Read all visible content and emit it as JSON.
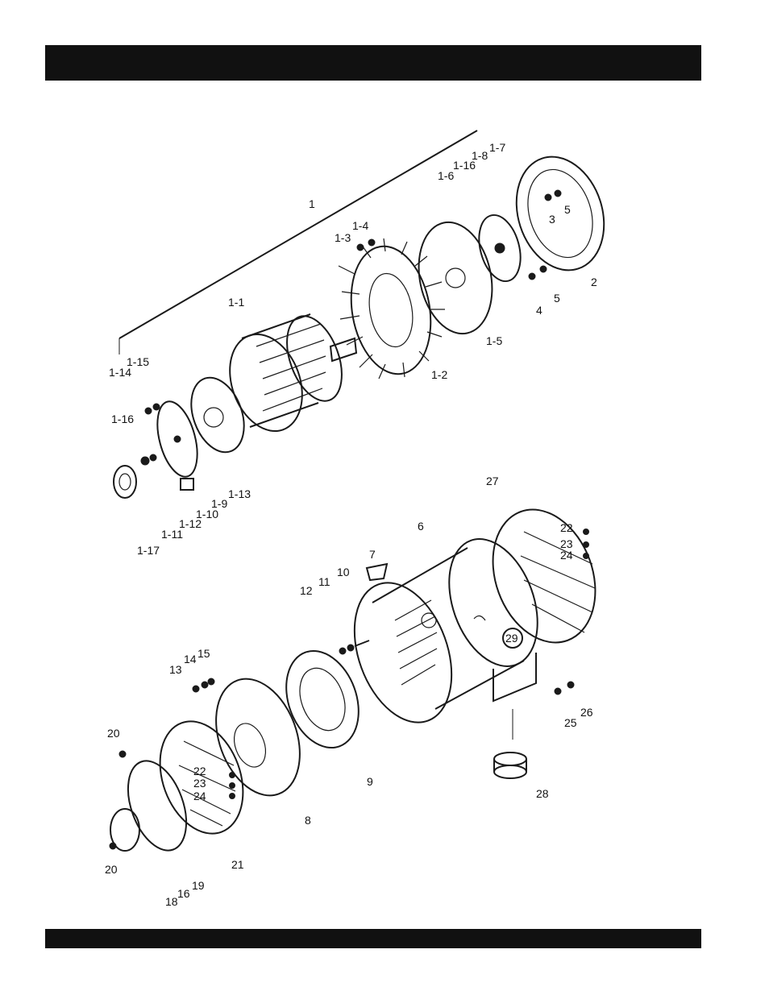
{
  "header": {
    "background": "#111111"
  },
  "footer": {
    "background": "#111111"
  },
  "labels": [
    {
      "id": "1",
      "text": "1"
    },
    {
      "id": "1-1",
      "text": "1-1"
    },
    {
      "id": "1-2",
      "text": "1-2"
    },
    {
      "id": "1-3",
      "text": "1-3"
    },
    {
      "id": "1-4",
      "text": "1-4"
    },
    {
      "id": "1-5",
      "text": "1-5"
    },
    {
      "id": "1-6",
      "text": "1-6"
    },
    {
      "id": "1-7",
      "text": "1-7"
    },
    {
      "id": "1-8",
      "text": "1-8"
    },
    {
      "id": "1-9",
      "text": "1-9"
    },
    {
      "id": "1-10",
      "text": "1-10"
    },
    {
      "id": "1-11",
      "text": "1-11"
    },
    {
      "id": "1-12",
      "text": "1-12"
    },
    {
      "id": "1-13",
      "text": "1-13"
    },
    {
      "id": "1-14",
      "text": "1-14"
    },
    {
      "id": "1-15",
      "text": "1-15"
    },
    {
      "id": "1-16a",
      "text": "1-16"
    },
    {
      "id": "1-16b",
      "text": "1-16"
    },
    {
      "id": "1-17",
      "text": "1-17"
    },
    {
      "id": "2",
      "text": "2"
    },
    {
      "id": "3",
      "text": "3"
    },
    {
      "id": "4",
      "text": "4"
    },
    {
      "id": "5a",
      "text": "5"
    },
    {
      "id": "5b",
      "text": "5"
    },
    {
      "id": "6",
      "text": "6"
    },
    {
      "id": "7",
      "text": "7"
    },
    {
      "id": "8",
      "text": "8"
    },
    {
      "id": "9",
      "text": "9"
    },
    {
      "id": "10",
      "text": "10"
    },
    {
      "id": "11",
      "text": "11"
    },
    {
      "id": "12",
      "text": "12"
    },
    {
      "id": "13",
      "text": "13"
    },
    {
      "id": "14",
      "text": "14"
    },
    {
      "id": "15",
      "text": "15"
    },
    {
      "id": "16",
      "text": "16"
    },
    {
      "id": "18",
      "text": "18"
    },
    {
      "id": "19",
      "text": "19"
    },
    {
      "id": "20a",
      "text": "20"
    },
    {
      "id": "20b",
      "text": "20"
    },
    {
      "id": "21",
      "text": "21"
    },
    {
      "id": "22a",
      "text": "22"
    },
    {
      "id": "22b",
      "text": "22"
    },
    {
      "id": "23a",
      "text": "23"
    },
    {
      "id": "23b",
      "text": "23"
    },
    {
      "id": "24a",
      "text": "24"
    },
    {
      "id": "24b",
      "text": "24"
    },
    {
      "id": "25",
      "text": "25"
    },
    {
      "id": "26",
      "text": "26"
    },
    {
      "id": "27",
      "text": "27"
    },
    {
      "id": "28",
      "text": "28"
    },
    {
      "id": "29",
      "text": "29"
    }
  ]
}
